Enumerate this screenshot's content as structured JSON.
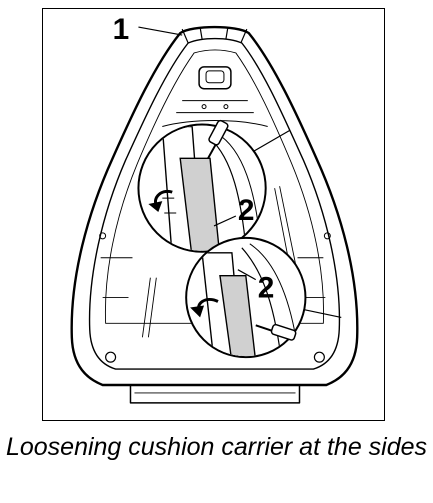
{
  "figure": {
    "callouts": {
      "part_1": "1",
      "part_2_upper": "2",
      "part_2_lower": "2"
    },
    "caption": "Loosening cushion carrier at the sides",
    "colors": {
      "line": "#000000",
      "fill": "#ffffff",
      "shade": "#d0d0d0"
    },
    "icons": [
      "screwdriver-icon",
      "rotation-arrow-icon"
    ]
  }
}
